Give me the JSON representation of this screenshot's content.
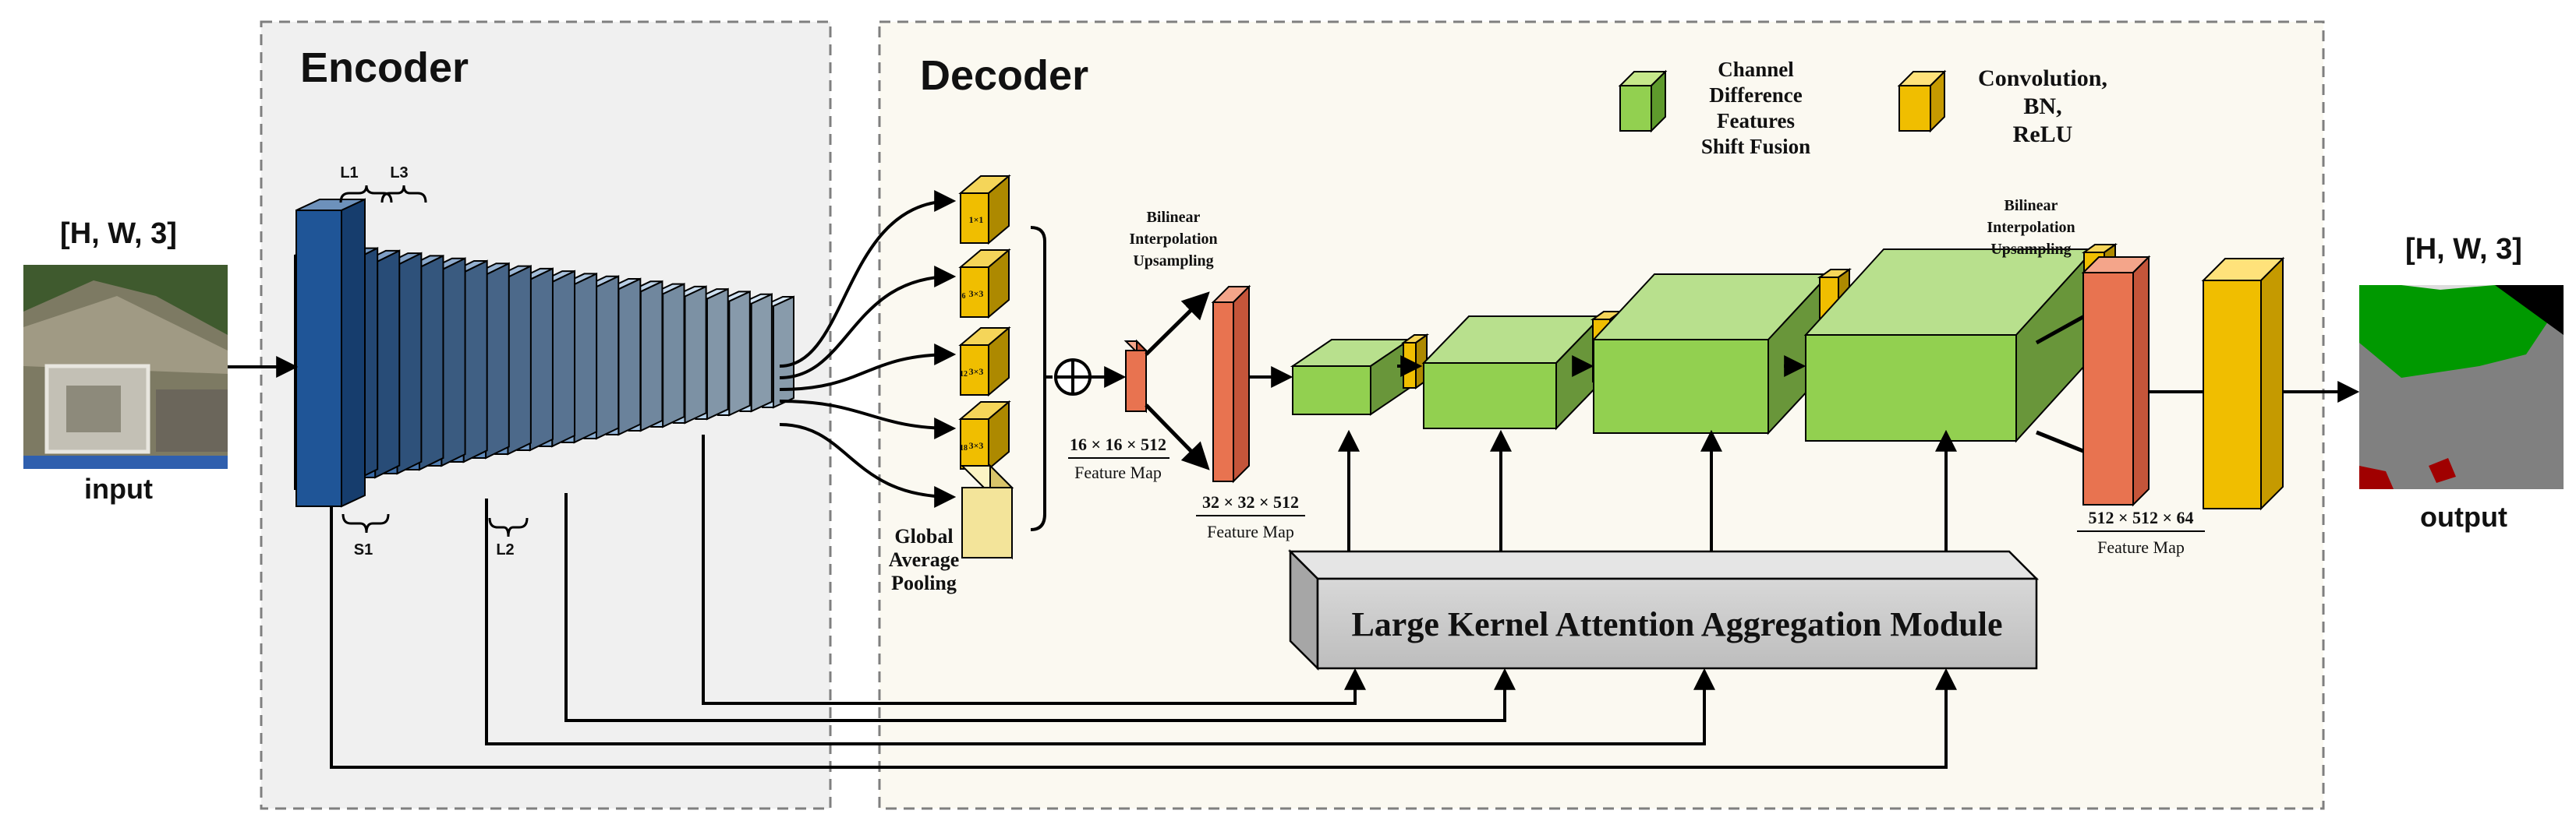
{
  "input": {
    "shape": "[H, W, 3]",
    "label": "input"
  },
  "output": {
    "shape": "[H, W, 3]",
    "label": "output"
  },
  "encoder": {
    "title": "Encoder",
    "markers": [
      "L1",
      "L3",
      "S1",
      "L2"
    ]
  },
  "decoder": {
    "title": "Decoder",
    "legend": [
      {
        "lines": [
          "Channel",
          "Difference",
          "Features",
          "Shift Fusion"
        ],
        "color": "#92d050"
      },
      {
        "lines": [
          "Convolution,",
          "BN,",
          "ReLU"
        ],
        "color": "#f0be00"
      }
    ],
    "aspp_labels": [
      "1×1",
      "3×3",
      "3×3",
      "3×3"
    ],
    "aspp_small": [
      "",
      "6",
      "12",
      "18"
    ],
    "gap_label": [
      "Global",
      "Average",
      "Pooling"
    ],
    "upsample_1": [
      "Bilinear",
      "Interpolation",
      "Upsampling"
    ],
    "upsample_2": [
      "Bilinear",
      "Interpolation",
      "Upsampling"
    ],
    "fm_16": {
      "dims": "16 × 16 × 512",
      "caption": "Feature Map"
    },
    "fm_32": {
      "dims": "32 × 32 × 512",
      "caption": "Feature Map"
    },
    "fm_512": {
      "dims": "512 × 512 × 64",
      "caption": "Feature Map"
    },
    "lkaa_label": "Large Kernel Attention Aggregation Module",
    "plus_symbol": "⊕"
  },
  "colors": {
    "encoder_dark": "#1f5597",
    "encoder_light": "#bdd7ee",
    "conv": "#f0be00",
    "cdfsf": "#92d050",
    "upsample": "#e87350",
    "gap": "#f3e49a",
    "lkaa": "#c8c8c8",
    "encoder_bg": "#f0f0f0",
    "decoder_bg": "#fbf9f1"
  }
}
